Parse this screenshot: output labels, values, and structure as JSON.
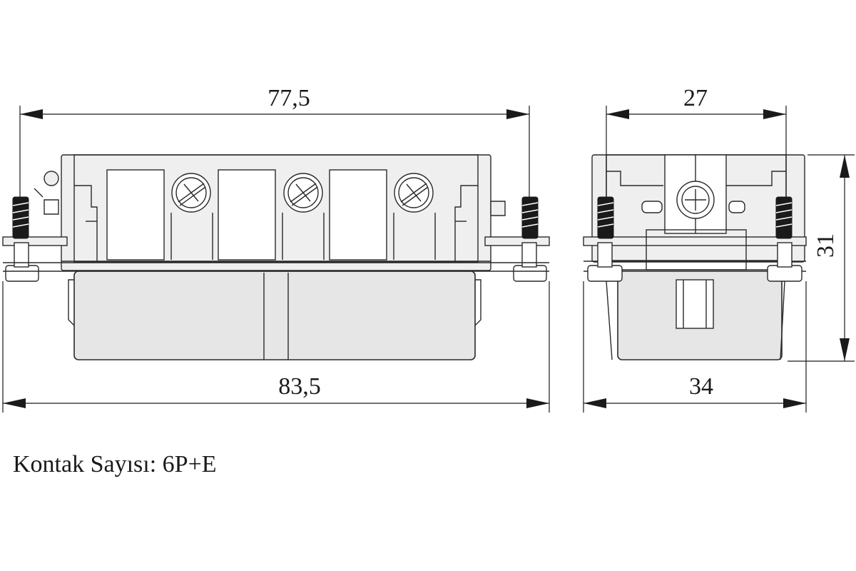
{
  "dimensions": {
    "front_top": "77,5",
    "front_bottom": "83,5",
    "side_top": "27",
    "side_bottom": "34",
    "side_height": "31"
  },
  "caption": "Kontak Sayısı: 6P+E"
}
